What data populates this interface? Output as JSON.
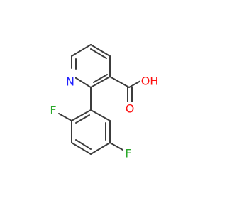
{
  "colors": {
    "background": "#ffffff",
    "bond": "#3c3c3c",
    "nitrogen": "#2020ff",
    "oxygen": "#ff0d0d",
    "fluorine": "#28a828"
  },
  "atoms": {
    "nitrogen": "N",
    "hydroxyl": "OH",
    "carbonyl_oxygen": "O",
    "fluorine_ortho": "F",
    "fluorine_meta": "F"
  }
}
